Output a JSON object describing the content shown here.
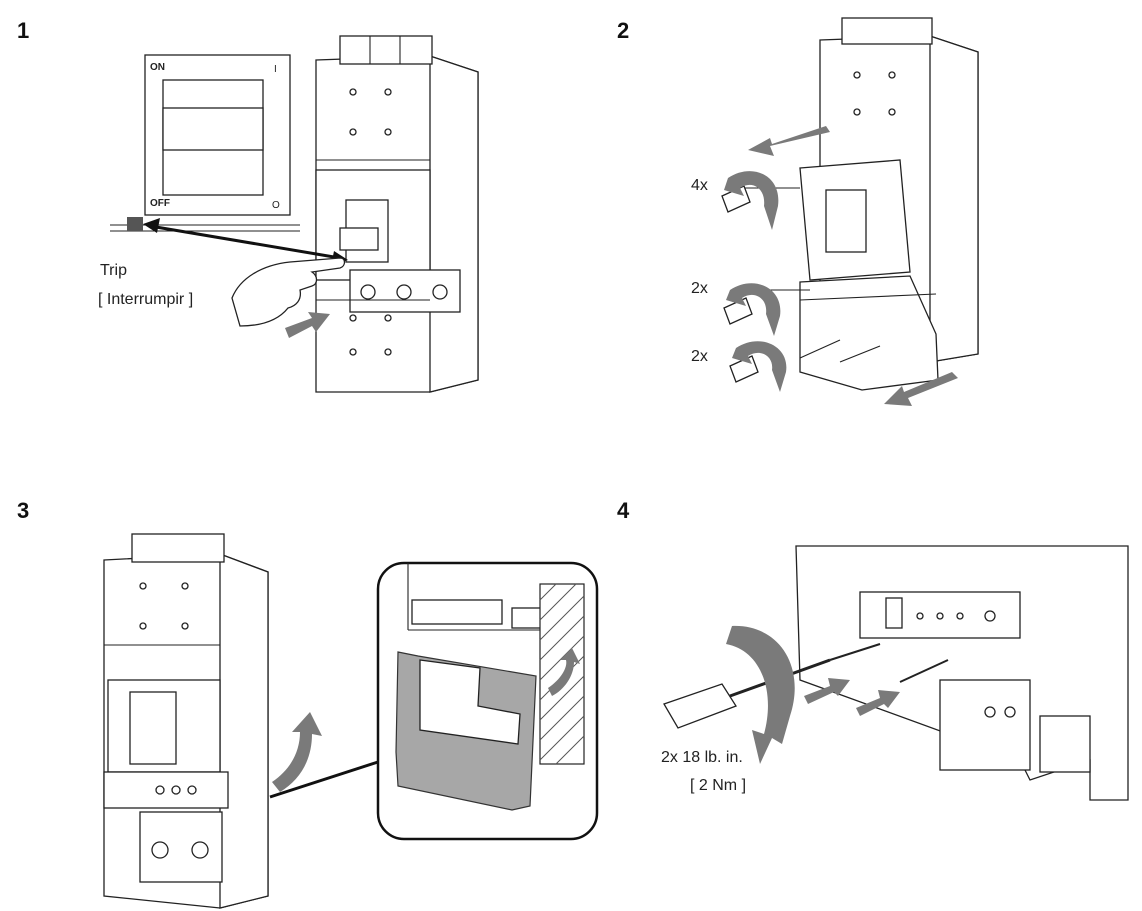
{
  "steps": [
    {
      "number": "1",
      "labels": {
        "trip": "Trip",
        "trip_es": "[ Interrumpir ]",
        "on": "ON",
        "off": "OFF",
        "one": "I",
        "zero": "O"
      }
    },
    {
      "number": "2",
      "labels": {
        "count_top": "4x",
        "count_mid": "2x",
        "count_bot": "2x"
      }
    },
    {
      "number": "3",
      "labels": {}
    },
    {
      "number": "4",
      "labels": {
        "torque": "2x 18 lb. in.",
        "torque_metric": "[ 2 Nm ]"
      }
    }
  ],
  "colors": {
    "arrow": "#7a7a7a",
    "part": "#a7a7a7",
    "line": "#222222"
  }
}
